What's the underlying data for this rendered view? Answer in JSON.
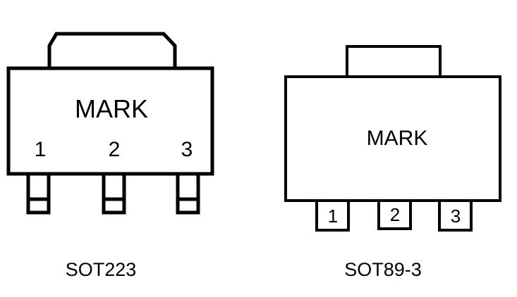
{
  "sot223": {
    "mark": "MARK",
    "pins": [
      "1",
      "2",
      "3"
    ],
    "caption": "SOT223"
  },
  "sot89": {
    "mark": "MARK",
    "pins": [
      "1",
      "2",
      "3"
    ],
    "caption": "SOT89-3"
  },
  "colors": {
    "outline": "#000000",
    "background": "#ffffff"
  }
}
